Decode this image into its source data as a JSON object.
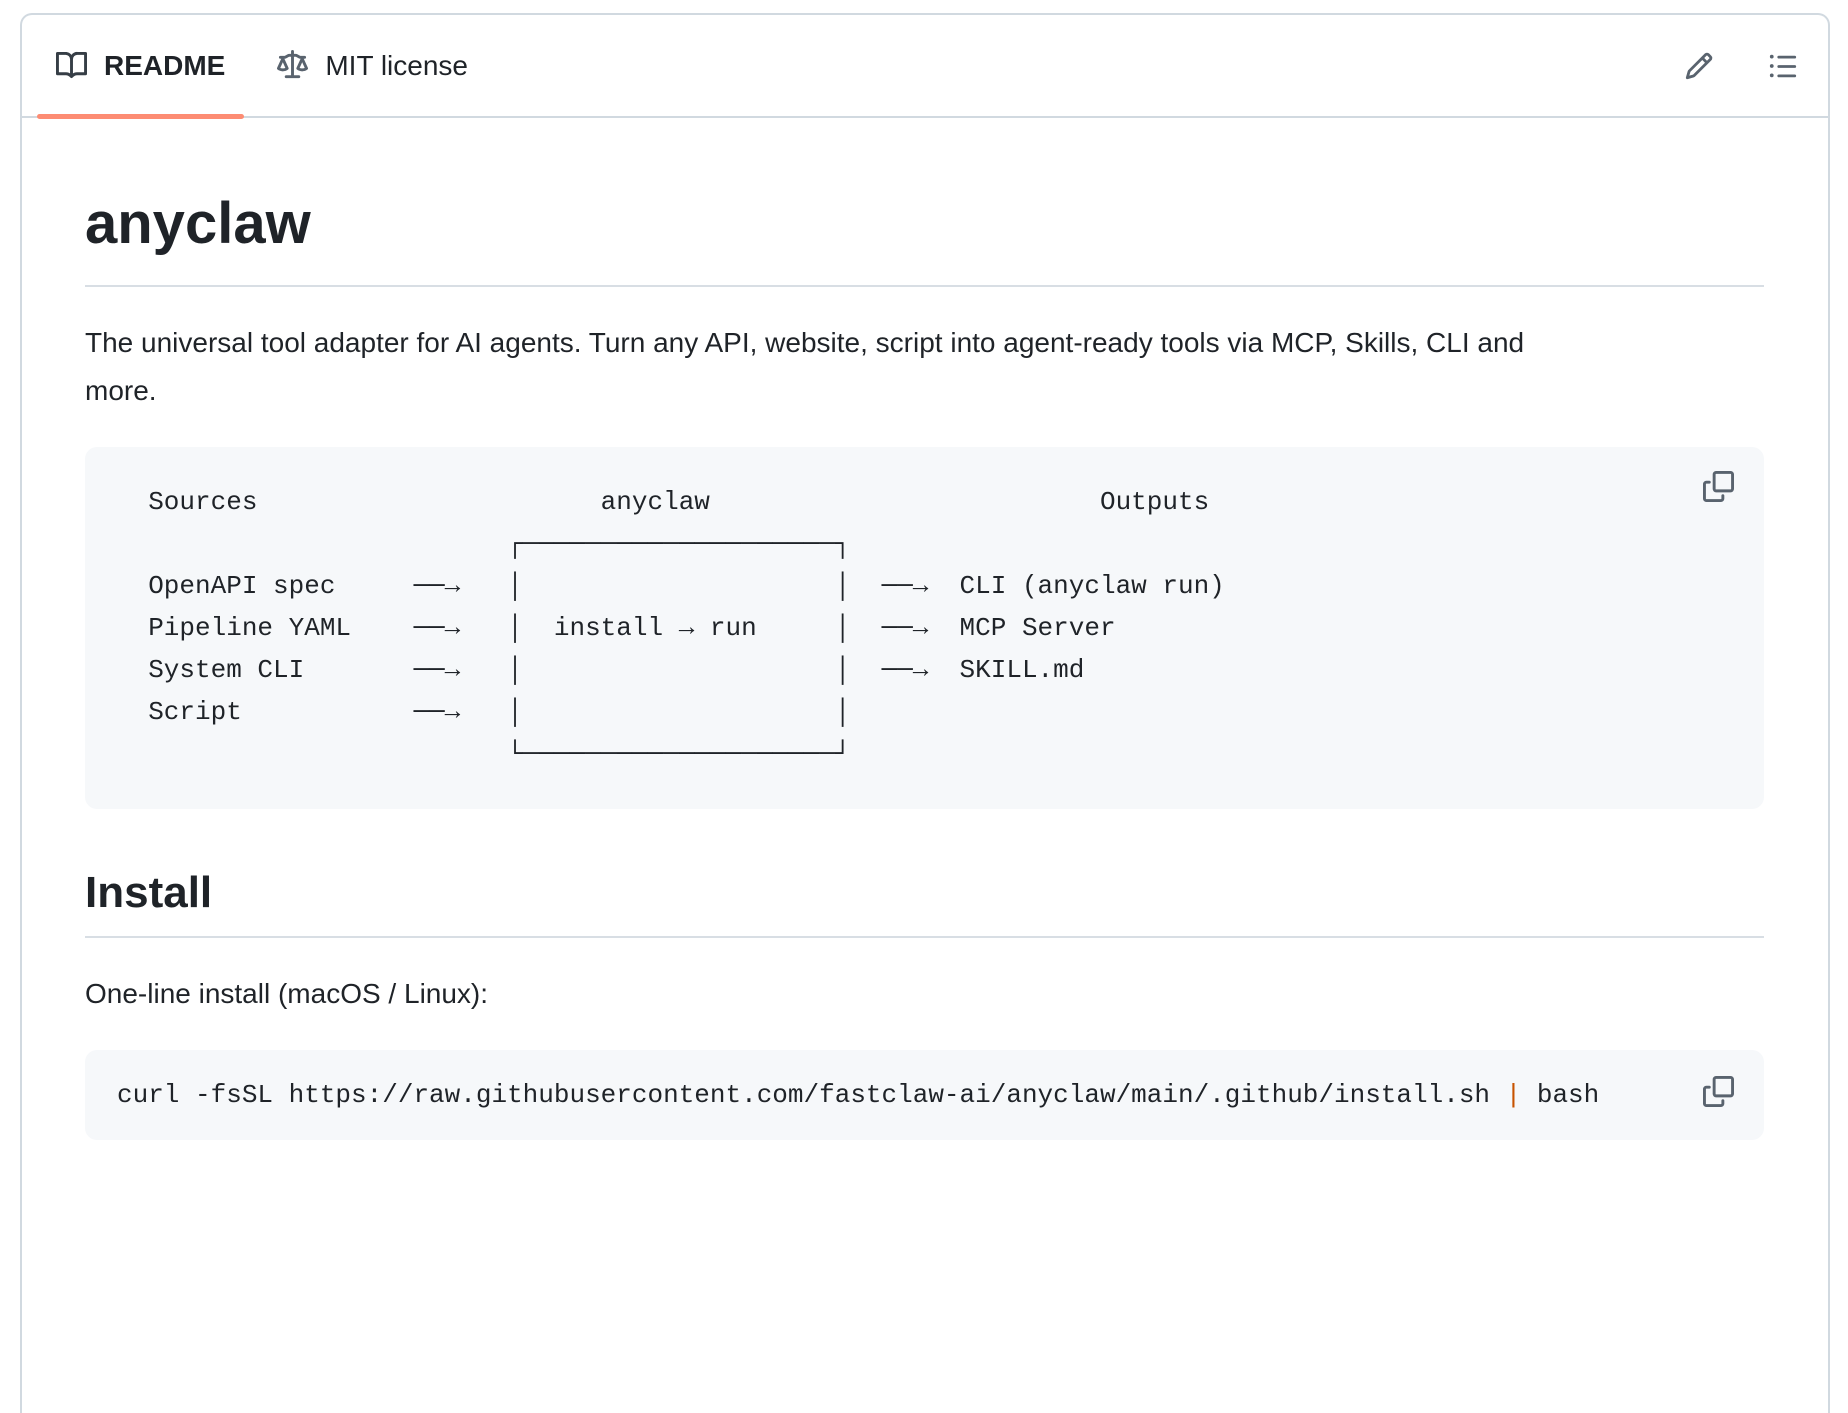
{
  "header": {
    "tabs": [
      {
        "label": "README",
        "icon": "book-icon",
        "active": true
      },
      {
        "label": "MIT license",
        "icon": "law-icon",
        "active": false
      }
    ],
    "actions": {
      "edit_icon": "pencil-icon",
      "outline_icon": "list-unordered-icon"
    }
  },
  "readme": {
    "title": "anyclaw",
    "description_lines": [
      "The universal tool adapter for AI agents. Turn any API, website, script into agent-ready tools via MCP, Skills, CLI and",
      "more."
    ],
    "diagram_lines": [
      "  Sources                      anyclaw                         Outputs",
      "                         ┌────────────────────┐",
      "  OpenAPI spec     ──→   │                    │  ──→  CLI (anyclaw run)",
      "  Pipeline YAML    ──→   │  install → run     │  ──→  MCP Server",
      "  System CLI       ──→   │                    │  ──→  SKILL.md",
      "  Script           ──→   │                    │",
      "                         └────────────────────┘"
    ],
    "install_heading": "Install",
    "install_intro": "One-line install (macOS / Linux):",
    "install_command": {
      "before": "curl -fsSL https://raw.githubusercontent.com/fastclaw-ai/anyclaw/main/.github/install.sh ",
      "pipe": "|",
      "after": " bash"
    }
  },
  "colors": {
    "accent_tab_underline": "#fd8c73",
    "border": "#d1d9e0",
    "heading_border": "#d8dee4",
    "text": "#1f2328",
    "muted_icon": "#59636e",
    "code_background": "#f6f8fa",
    "shell_pipe": "#c75300"
  }
}
